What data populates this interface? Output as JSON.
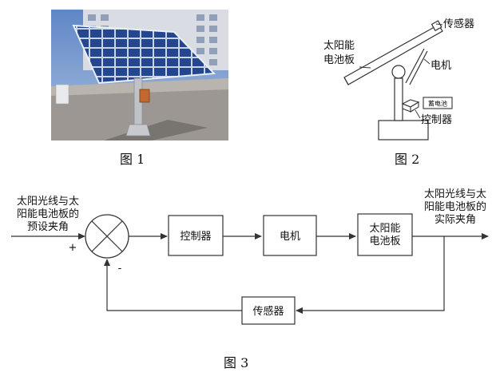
{
  "figure1": {
    "caption": "图 1"
  },
  "figure2": {
    "caption": "图 2",
    "labels": {
      "sensor": "传感器",
      "panel_line1": "太阳能",
      "panel_line2": "电池板",
      "motor": "电机",
      "battery": "蓄电池",
      "controller": "控制器"
    }
  },
  "figure3": {
    "caption": "图 3",
    "input_label": [
      "太阳光线与太",
      "阳能电池板的",
      "预设夹角"
    ],
    "output_label": [
      "太阳光线与太",
      "阳能电池板的",
      "实际夹角"
    ],
    "plus_sign": "+",
    "minus_sign": "-",
    "blocks": {
      "controller": "控制器",
      "motor": "电机",
      "panel_line1": "太阳能",
      "panel_line2": "电池板",
      "sensor": "传感器"
    }
  },
  "colors": {
    "sky": "#6d8fc4",
    "panel": "#1f3f86",
    "ground": "#9a9590",
    "stroke": "#333333"
  }
}
